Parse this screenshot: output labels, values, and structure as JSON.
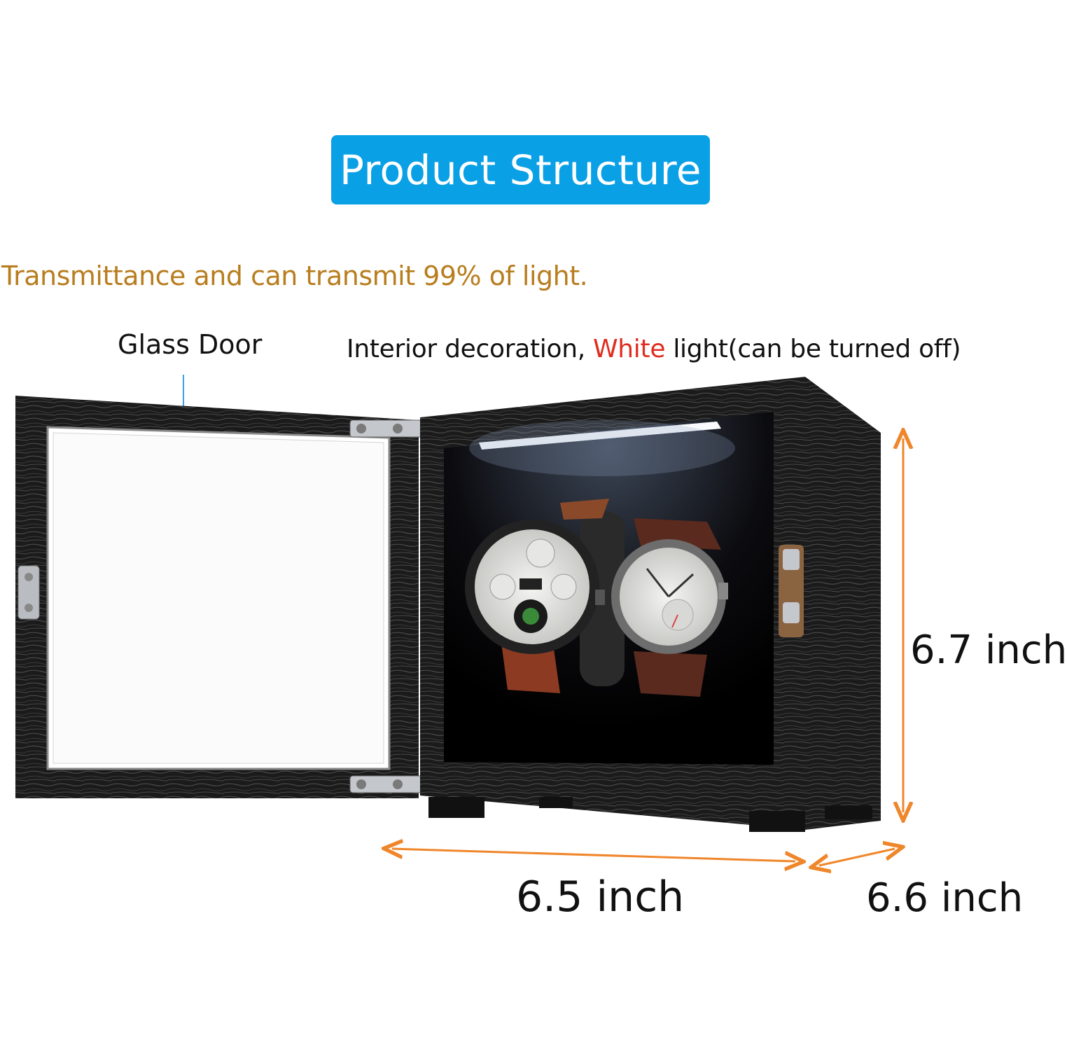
{
  "title": "Product Structure",
  "subtitle": "Transmittance and can transmit 99% of light.",
  "callouts": {
    "glass_door": "Glass Door",
    "interior_prefix": "Interior decoration, ",
    "interior_highlight": "White",
    "interior_suffix": " light(can be turned off)"
  },
  "dimensions": {
    "height": "6.7 inch",
    "width": "6.5 inch",
    "depth": "6.6 inch"
  },
  "colors": {
    "badge": "#0aa0e6",
    "subtitle": "#b87d1e",
    "highlight": "#e02b1e",
    "dimension_arrows": "#f0862a",
    "leader_line": "#3aa3e6"
  }
}
